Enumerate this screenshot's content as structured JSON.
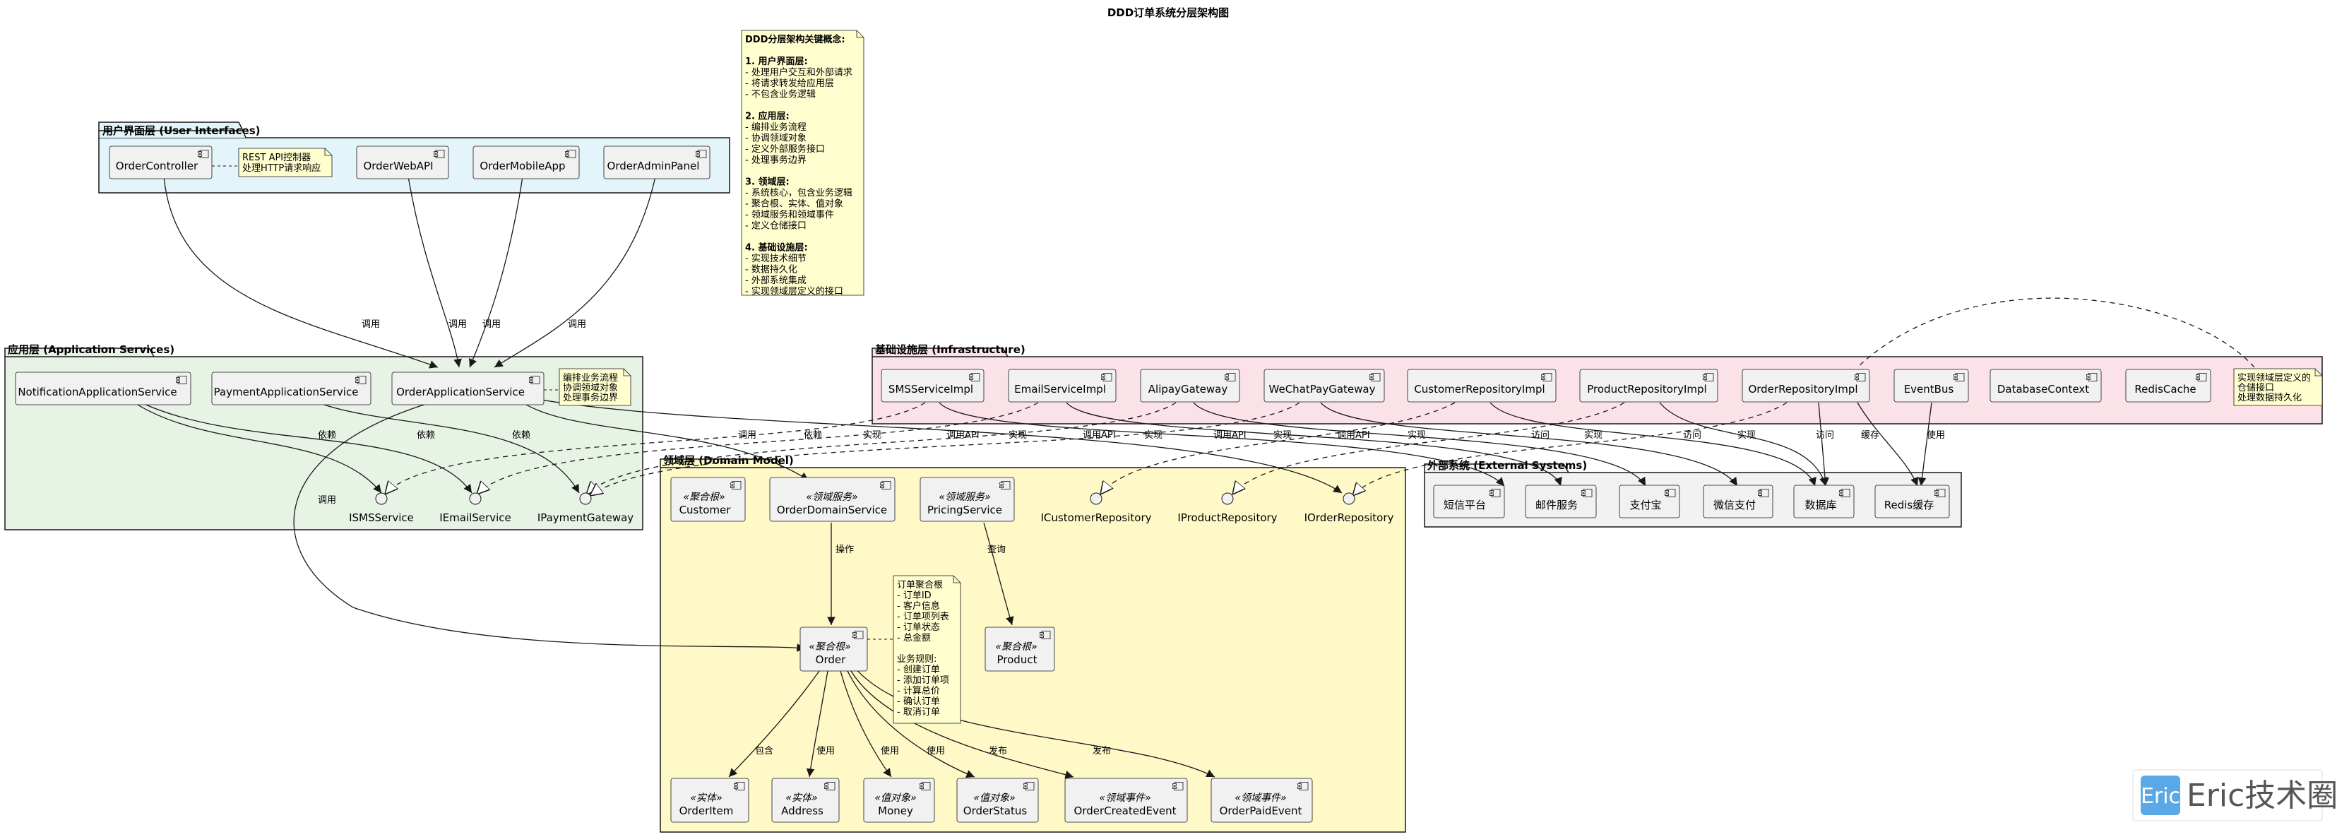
{
  "title": "DDD订单系统分层架构图",
  "packages": {
    "ui": {
      "title": "用户界面层 (User Interfaces)",
      "fill": "#e3f4fb"
    },
    "app": {
      "title": "应用层 (Application Services)",
      "fill": "#e7f3e5"
    },
    "infra": {
      "title": "基础设施层 (Infrastructure)",
      "fill": "#fbe2e8"
    },
    "domain": {
      "title": "领域层 (Domain Model)",
      "fill": "#fff9c8"
    },
    "external": {
      "title": "外部系统 (External Systems)",
      "fill": "#f2f2f2"
    }
  },
  "components": {
    "order_controller": {
      "label": "OrderController"
    },
    "order_web_api": {
      "label": "OrderWebAPI"
    },
    "order_mobile_app": {
      "label": "OrderMobileApp"
    },
    "order_admin_panel": {
      "label": "OrderAdminPanel"
    },
    "notification_app_service": {
      "label": "NotificationApplicationService"
    },
    "payment_app_service": {
      "label": "PaymentApplicationService"
    },
    "order_app_service": {
      "label": "OrderApplicationService"
    },
    "sms_service_impl": {
      "label": "SMSServiceImpl"
    },
    "email_service_impl": {
      "label": "EmailServiceImpl"
    },
    "alipay_gateway": {
      "label": "AlipayGateway"
    },
    "wechatpay_gateway": {
      "label": "WeChatPayGateway"
    },
    "customer_repository_impl": {
      "label": "CustomerRepositoryImpl"
    },
    "product_repository_impl": {
      "label": "ProductRepositoryImpl"
    },
    "order_repository_impl": {
      "label": "OrderRepositoryImpl"
    },
    "event_bus": {
      "label": "EventBus"
    },
    "database_context": {
      "label": "DatabaseContext"
    },
    "redis_cache": {
      "label": "RedisCache"
    },
    "customer": {
      "stereotype": "«聚合根»",
      "label": "Customer"
    },
    "order_domain_service": {
      "stereotype": "«领域服务»",
      "label": "OrderDomainService"
    },
    "pricing_service": {
      "stereotype": "«领域服务»",
      "label": "PricingService"
    },
    "order": {
      "stereotype": "«聚合根»",
      "label": "Order"
    },
    "product": {
      "stereotype": "«聚合根»",
      "label": "Product"
    },
    "order_item": {
      "stereotype": "«实体»",
      "label": "OrderItem"
    },
    "address": {
      "stereotype": "«实体»",
      "label": "Address"
    },
    "money": {
      "stereotype": "«值对象»",
      "label": "Money"
    },
    "order_status": {
      "stereotype": "«值对象»",
      "label": "OrderStatus"
    },
    "order_created_event": {
      "stereotype": "«领域事件»",
      "label": "OrderCreatedEvent"
    },
    "order_paid_event": {
      "stereotype": "«领域事件»",
      "label": "OrderPaidEvent"
    },
    "sms_platform": {
      "label": "短信平台"
    },
    "email_service": {
      "label": "邮件服务"
    },
    "alipay": {
      "label": "支付宝"
    },
    "wechat_pay": {
      "label": "微信支付"
    },
    "database": {
      "label": "数据库"
    },
    "redis_store": {
      "label": "Redis缓存"
    }
  },
  "interfaces": {
    "isms_service": "ISMSService",
    "iemail_service": "IEmailService",
    "ipayment_gateway": "IPaymentGateway",
    "icustomer_repository": "ICustomerRepository",
    "iproduct_repository": "IProductRepository",
    "iorder_repository": "IOrderRepository"
  },
  "notes": {
    "concepts": [
      "DDD分层架构关键概念:",
      "",
      "1. 用户界面层:",
      "- 处理用户交互和外部请求",
      "- 将请求转发给应用层",
      "- 不包含业务逻辑",
      "",
      "2. 应用层:",
      "- 编排业务流程",
      "- 协调领域对象",
      "- 定义外部服务接口",
      "- 处理事务边界",
      "",
      "3. 领域层:",
      "- 系统核心，包含业务逻辑",
      "- 聚合根、实体、值对象",
      "- 领域服务和领域事件",
      "- 定义仓储接口",
      "",
      "4. 基础设施层:",
      "- 实现技术细节",
      "- 数据持久化",
      "- 外部系统集成",
      "- 实现领域层定义的接口"
    ],
    "controller": [
      "REST API控制器",
      "处理HTTP请求响应"
    ],
    "app_service": [
      "编排业务流程",
      "协调领域对象",
      "处理事务边界"
    ],
    "infra": [
      "实现领域层定义的",
      "仓储接口",
      "处理数据持久化"
    ],
    "order": [
      "订单聚合根",
      "- 订单ID",
      "- 客户信息",
      "- 订单项列表",
      "- 订单状态",
      "- 总金额",
      "",
      "业务规则:",
      "- 创建订单",
      "- 添加订单项",
      "- 计算总价",
      "- 确认订单",
      "- 取消订单"
    ]
  },
  "edge_labels": {
    "call": "调用",
    "depend": "依赖",
    "implement": "实现",
    "call_api": "调用API",
    "access": "访问",
    "cache": "缓存",
    "use": "使用",
    "operate": "操作",
    "query": "查询",
    "contain": "包含",
    "publish": "发布"
  },
  "watermark": {
    "logo": "Eric",
    "text": "Eric技术圈",
    "logo_color": "#5aa9e6"
  }
}
